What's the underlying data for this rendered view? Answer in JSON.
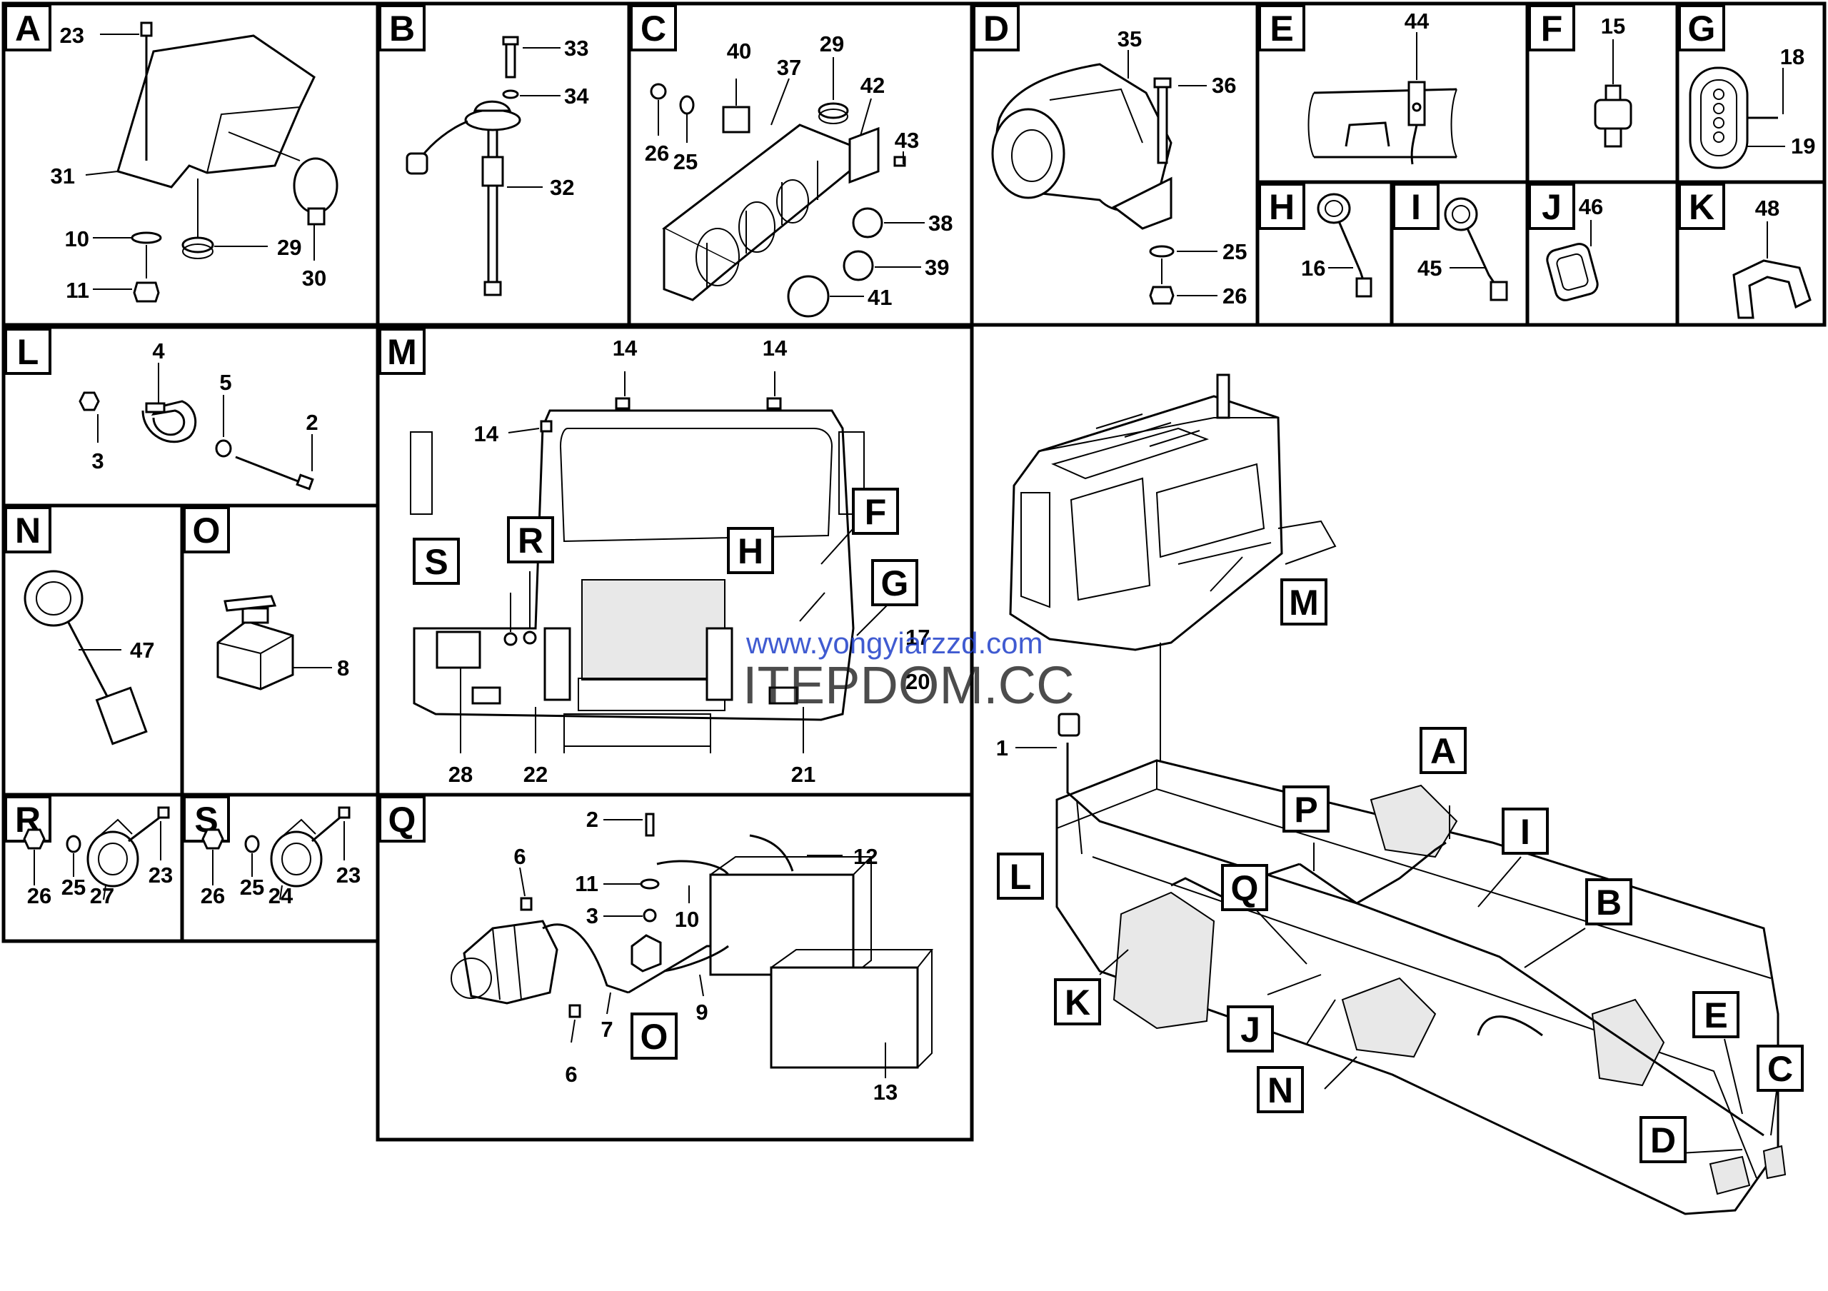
{
  "panels": {
    "A": {
      "label": "A",
      "callouts": [
        "23",
        "31",
        "10",
        "11",
        "29",
        "30"
      ]
    },
    "B": {
      "label": "B",
      "callouts": [
        "33",
        "34",
        "32"
      ]
    },
    "C": {
      "label": "C",
      "callouts": [
        "40",
        "29",
        "37",
        "42",
        "26",
        "25",
        "43",
        "38",
        "39",
        "41"
      ]
    },
    "D": {
      "label": "D",
      "callouts": [
        "35",
        "36",
        "25",
        "26"
      ]
    },
    "E": {
      "label": "E",
      "callouts": [
        "44"
      ]
    },
    "F": {
      "label": "F",
      "callouts": [
        "15"
      ]
    },
    "G": {
      "label": "G",
      "callouts": [
        "18",
        "19"
      ]
    },
    "H": {
      "label": "H",
      "callouts": [
        "16"
      ]
    },
    "I": {
      "label": "I",
      "callouts": [
        "45"
      ]
    },
    "J": {
      "label": "J",
      "callouts": [
        "46"
      ]
    },
    "K": {
      "label": "K",
      "callouts": [
        "48"
      ]
    },
    "L": {
      "label": "L",
      "callouts": [
        "4",
        "5",
        "2",
        "3"
      ]
    },
    "M": {
      "label": "M",
      "callouts": [
        "14",
        "14",
        "14",
        "17",
        "20",
        "28",
        "22",
        "21"
      ],
      "sub_labels": [
        "S",
        "R",
        "H",
        "F",
        "G"
      ]
    },
    "N": {
      "label": "N",
      "callouts": [
        "47"
      ]
    },
    "O": {
      "label": "O",
      "callouts": [
        "8"
      ]
    },
    "Q": {
      "label": "Q",
      "callouts": [
        "2",
        "6",
        "11",
        "3",
        "10",
        "12",
        "9",
        "7",
        "6",
        "13"
      ],
      "sub_labels": [
        "O"
      ]
    },
    "R": {
      "label": "R",
      "callouts": [
        "26",
        "25",
        "27",
        "23"
      ]
    },
    "S": {
      "label": "S",
      "callouts": [
        "26",
        "25",
        "24",
        "23"
      ]
    }
  },
  "overview": {
    "callouts": [
      "1"
    ],
    "labels": [
      "M",
      "A",
      "P",
      "I",
      "B",
      "L",
      "Q",
      "K",
      "J",
      "N",
      "E",
      "C",
      "D"
    ]
  },
  "watermark": {
    "line1": "www.yongyiarzzd.com",
    "line2": "ITEPDOM.CC"
  }
}
